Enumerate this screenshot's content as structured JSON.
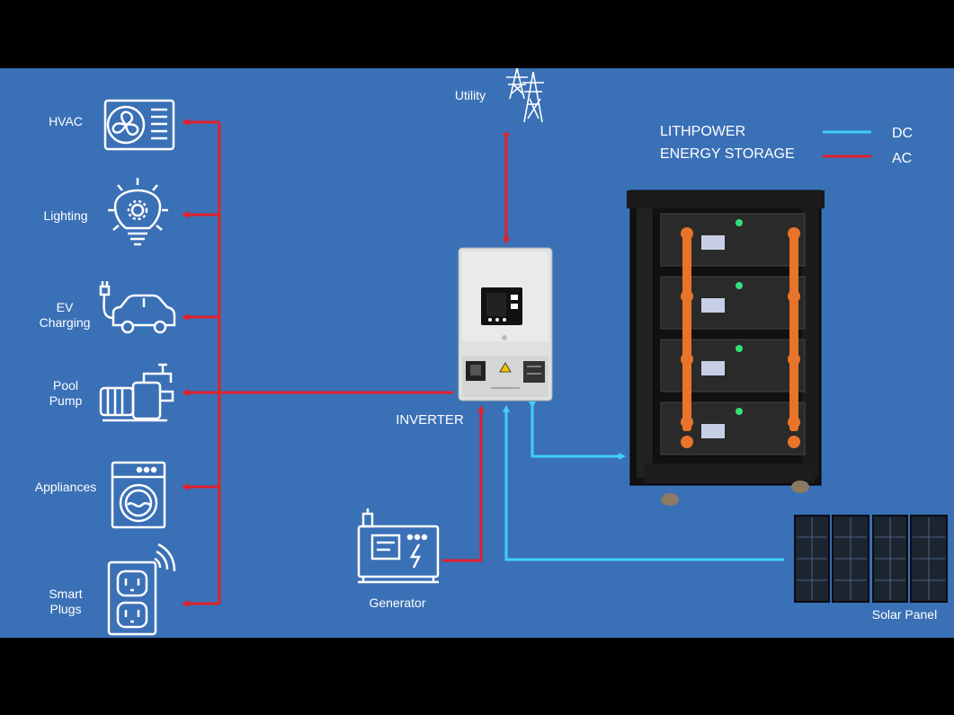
{
  "loads": [
    {
      "label": "HVAC",
      "icon": "hvac-icon"
    },
    {
      "label": "Lighting",
      "icon": "lightbulb-icon"
    },
    {
      "label": "EV\nCharging",
      "icon": "ev-car-icon"
    },
    {
      "label": "Pool\nPump",
      "icon": "pool-pump-icon"
    },
    {
      "label": "Appliances",
      "icon": "washing-machine-icon"
    },
    {
      "label": "Smart\nPlugs",
      "icon": "smart-plug-icon"
    }
  ],
  "utility": {
    "label": "Utility",
    "icon": "power-tower-icon"
  },
  "inverter": {
    "label": "INVERTER"
  },
  "generator": {
    "label": "Generator",
    "icon": "generator-icon"
  },
  "solar": {
    "label": "Solar Panel",
    "icon": "solar-panel-icon"
  },
  "storage": {
    "line1": "LITHPOWER",
    "line2": "ENERGY STORAGE"
  },
  "legend": {
    "dc": "DC",
    "ac": "AC"
  },
  "colors": {
    "ac": "#e3202a",
    "dc": "#3fd0f5",
    "background": "#3a70b6"
  }
}
